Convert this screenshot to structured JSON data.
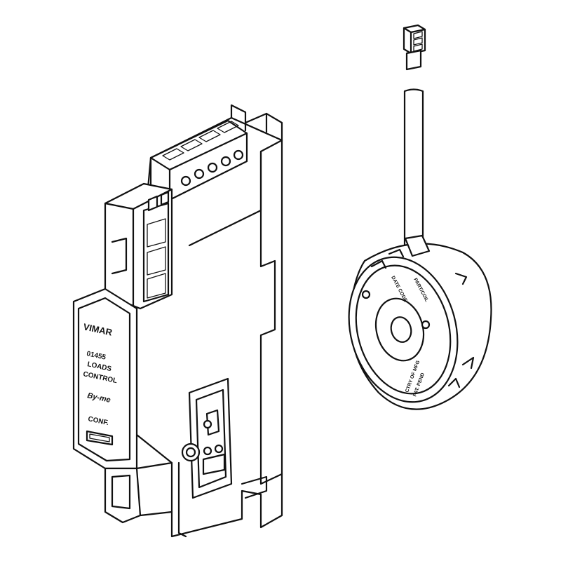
{
  "module": {
    "brand": "VIMAR",
    "code": "01455",
    "name_line1": "LOADS",
    "name_line2": "CONTROL",
    "series": "By-me",
    "conf_label": "CONF."
  },
  "sensor": {
    "label_top1": "PART/COIL",
    "label_top2": "DATE CODE",
    "label_bottom1": "CTRY OF MFG",
    "label_bottom2": "PAT. PEND"
  }
}
